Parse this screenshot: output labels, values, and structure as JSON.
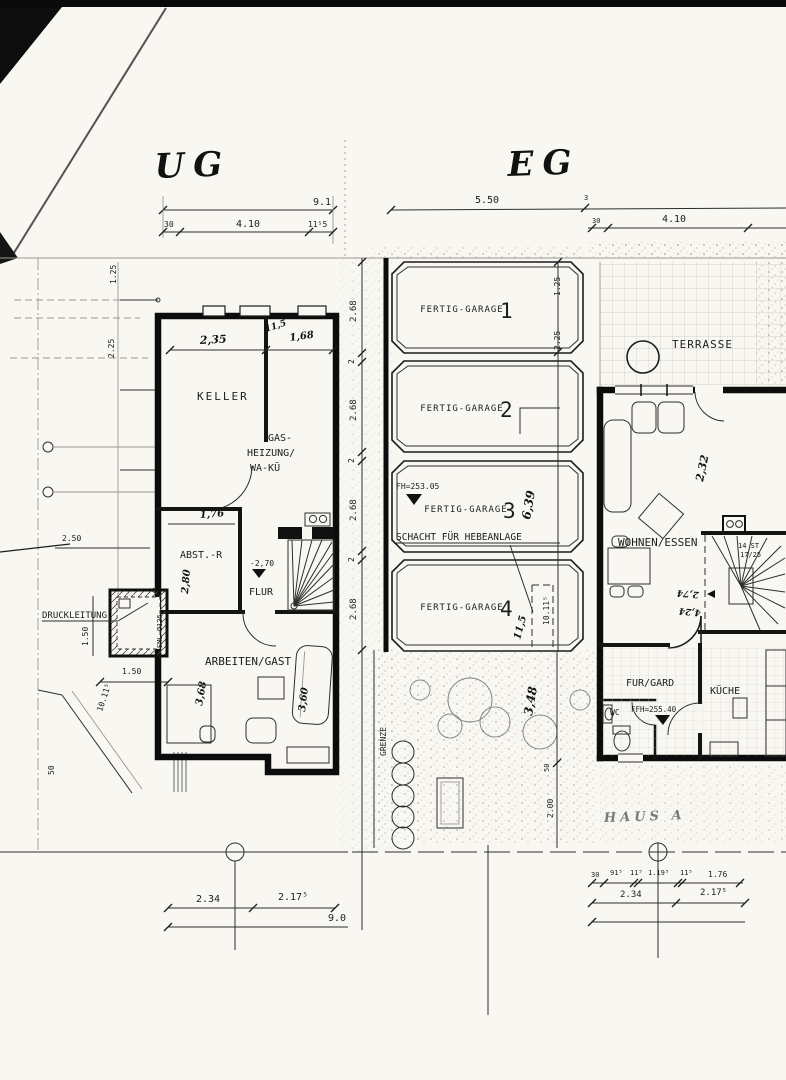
{
  "ug": {
    "title": "UG",
    "rooms": {
      "keller": "KELLER",
      "gas1": "GAS-",
      "gas2": "HEIZUNG/",
      "gas3": "WA-KÜ",
      "abst": "ABST.-R",
      "flur": "FLUR",
      "arbeiten": "ARBEITEN/GAST"
    },
    "notes": {
      "druckleitung": "DRUCKLEITUNG",
      "pipe": "SML Ø125",
      "level_flur": "-2,70"
    },
    "dims": {
      "total_top": "9.1",
      "seg_30": "30",
      "seg_410": "4.10",
      "seg_115": "11⁵5",
      "left_125": "1.25",
      "left_225": "2.25",
      "keller_w": "2,35",
      "wall_115": "11,5",
      "gas_w": "1,68",
      "abst_w": "1,76",
      "abst_h": "2,80",
      "left_250": "2.50",
      "shaft_150": "1.50",
      "room_150": "1.50",
      "left_10115": "10.11⁵",
      "left_50": "50",
      "arb_h": "3,68",
      "couch": "3,60",
      "bot_234": "2.34",
      "bot_2175": "2.17⁵",
      "bot_total": "9.0"
    }
  },
  "eg": {
    "title": "EG",
    "rooms": {
      "terrasse": "TERRASSE",
      "wohnen": "WOHNEN/ESSEN",
      "flurgard": "FUR/GARD",
      "kueche": "KÜCHE",
      "wc": "WC"
    },
    "garage": {
      "label": "FERTIG-GARAGE",
      "numbers": [
        "1",
        "2",
        "3",
        "4"
      ],
      "fh": "FH=253.05",
      "schacht": "SCHACHT FÜR HEBEANLAGE"
    },
    "stair": {
      "line1": "14 ST",
      "line2": "17/25"
    },
    "notes": {
      "ffh": "FFH=255.40",
      "haus": "HAUS A",
      "grenze": "GRENZE"
    },
    "dims": {
      "top_550": "5.50",
      "top_3": "3",
      "top_30": "30",
      "top_410": "4.10",
      "chain": [
        "2.68",
        "2",
        "2.68",
        "2",
        "2.68",
        "2",
        "2.68"
      ],
      "right_125": "1.25",
      "right_225": "2.25",
      "hw_639": "6,39",
      "hw_10115": "10.11⁵",
      "hw_115": "11,5",
      "hw_348": "3,48",
      "hw_232": "2,32",
      "hw_274": "2,74",
      "hw_424": "4,24",
      "v_50": "50",
      "v_200": "2.00",
      "b_30": "30",
      "b_915": "91⁵",
      "b_115a": "11⁵",
      "b_1195": "1.19⁵",
      "b_115b": "11⁵",
      "b_176": "1.76",
      "b_234": "2.34",
      "b_2175": "2.17⁵"
    }
  }
}
